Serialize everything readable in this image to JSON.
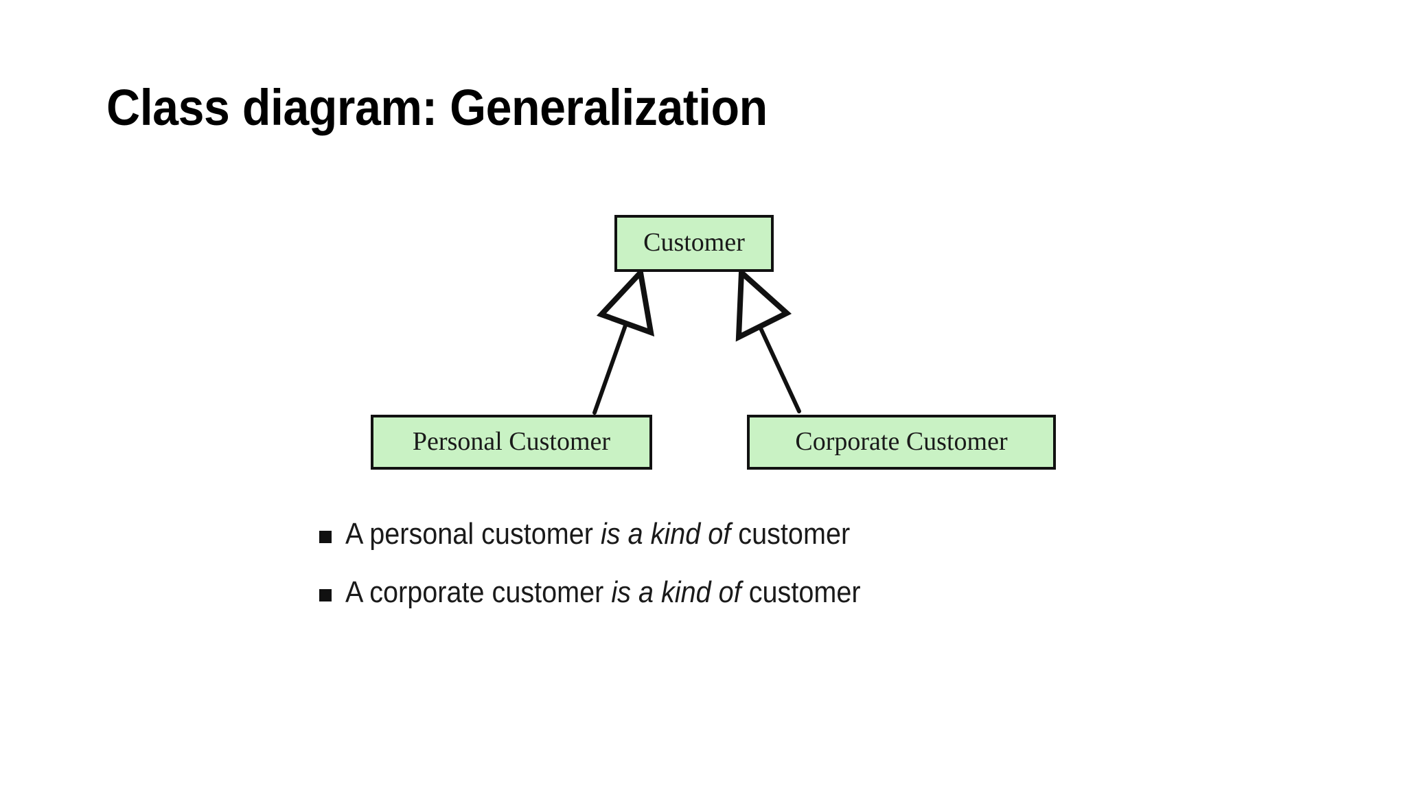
{
  "slide": {
    "title": "Class diagram: Generalization",
    "background_color": "#ffffff"
  },
  "diagram": {
    "type": "uml-class-diagram",
    "relationship": "generalization",
    "box_fill_color": "#c9f2c4",
    "box_border_color": "#111111",
    "arrow_fill_color": "#ffffff",
    "arrow_stroke_color": "#111111",
    "superclass": {
      "name": "Customer"
    },
    "subclasses": [
      {
        "name": "Personal Customer"
      },
      {
        "name": "Corporate Customer"
      }
    ],
    "edges": [
      {
        "from": "Personal Customer",
        "to": "Customer",
        "kind": "generalization",
        "arrowhead": "hollow-triangle"
      },
      {
        "from": "Corporate Customer",
        "to": "Customer",
        "kind": "generalization",
        "arrowhead": "hollow-triangle"
      }
    ]
  },
  "bullets": [
    {
      "marker": "square-bullet",
      "lead": "A personal customer ",
      "emphasis": "is a kind of",
      "tail": " customer"
    },
    {
      "marker": "square-bullet",
      "lead": "A corporate customer ",
      "emphasis": "is a kind of",
      "tail": " customer"
    }
  ]
}
